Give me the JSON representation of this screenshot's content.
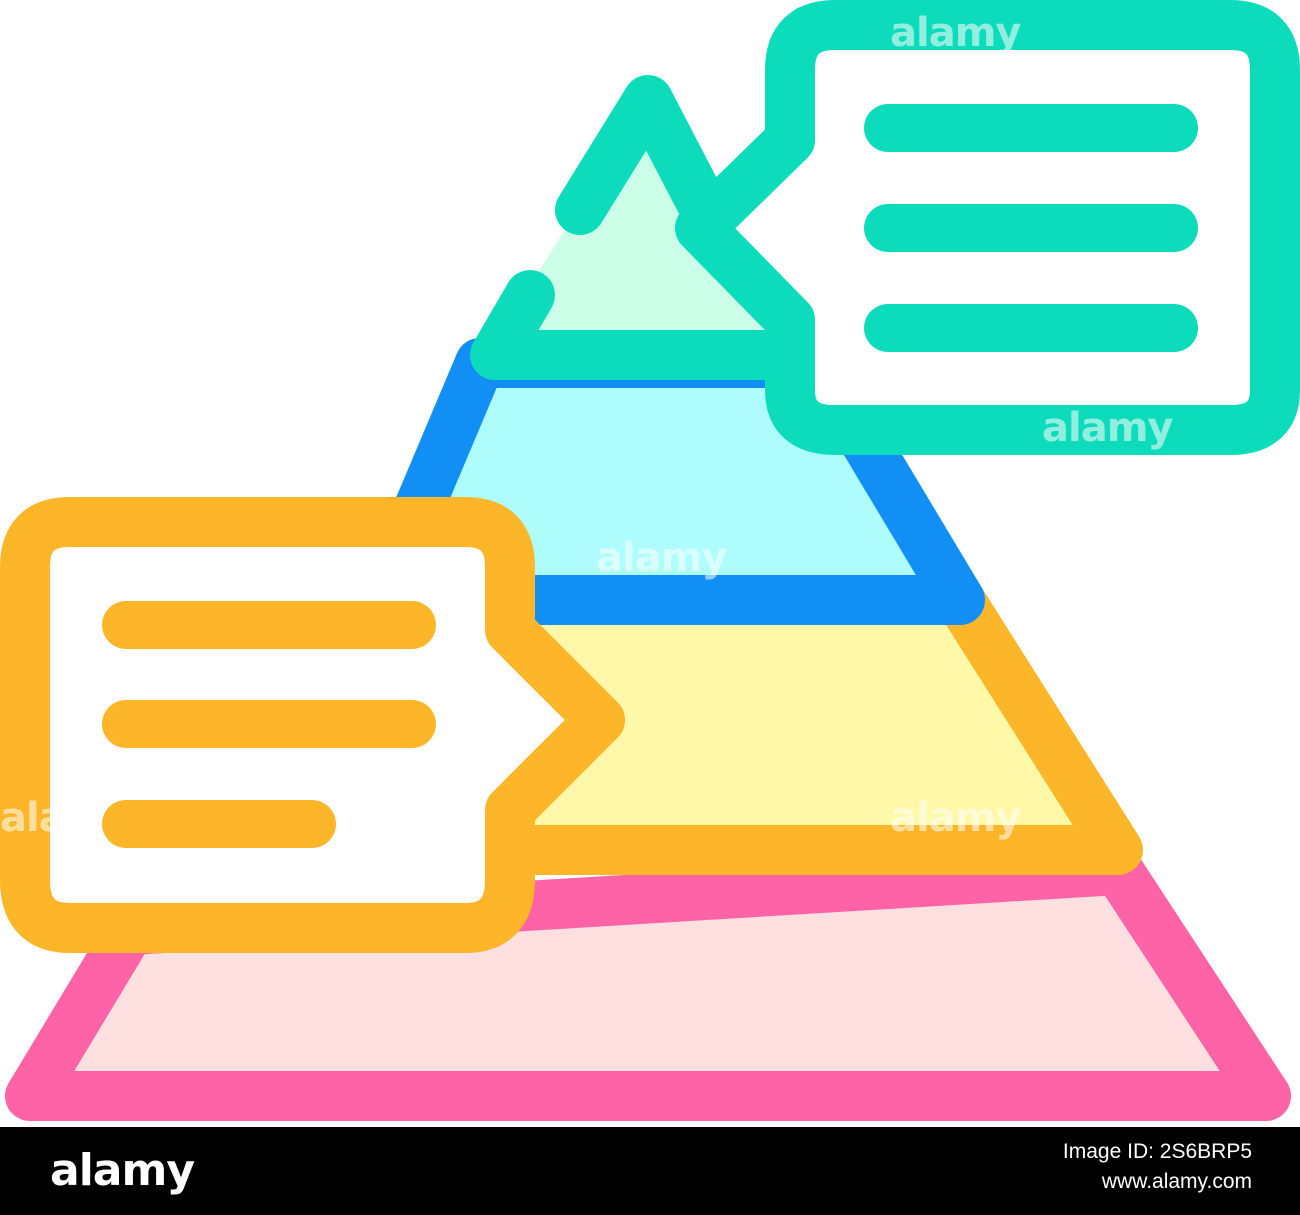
{
  "illustration": {
    "subject": "pyramid-with-speech-bubbles",
    "colors": {
      "top_outline": "#0ddcbc",
      "top_fill": "#ccffe8",
      "second_outline": "#118ff5",
      "second_fill": "#aefdfc",
      "third_outline": "#fdb62a",
      "third_fill": "#fef8a8",
      "base_outline": "#ff63a7",
      "base_fill": "#ffe0e0",
      "bubble_fill": "#ffffff"
    }
  },
  "watermarks": [
    "alamy",
    "alamy",
    "alamy",
    "alamy",
    "ala"
  ],
  "footer": {
    "logo": "alamy",
    "image_id_line": "Image ID: 2S6BRP5",
    "url_line": "www.alamy.com"
  }
}
